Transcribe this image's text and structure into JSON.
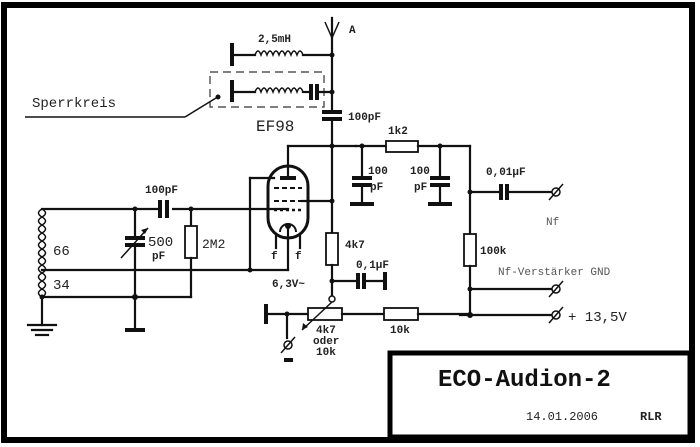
{
  "diagram": {
    "title": "ECO-Audion-2",
    "date": "14.01.2006",
    "author": "RLR",
    "antenna_label": "A",
    "tube_label": "EF98",
    "trap_label": "Sperrkreis",
    "components": {
      "choke": "2,5mH",
      "antenna_cap": "100pF",
      "grid_cap": "100pF",
      "var_cap_value": "500",
      "var_cap_unit": "pF",
      "grid_leak": "2M2",
      "coil_turns_top": "66",
      "coil_turns_bottom": "34",
      "filter_res": "1k2",
      "filter_cap1_value": "100",
      "filter_cap1_unit": "pF",
      "filter_cap2_value": "100",
      "filter_cap2_unit": "pF",
      "screen_res": "4k7",
      "screen_cap": "0,1µF",
      "coupling_cap": "0,01µF",
      "load_res": "100k",
      "pot_line1": "4k7",
      "pot_line2": "oder",
      "pot_line3": "10k",
      "series_res": "10k",
      "filament_pin1": "f",
      "filament_pin2": "f",
      "heater_voltage": "6,3V~"
    },
    "terminals": {
      "nf_out": "Nf",
      "amp_gnd": "Nf-Verstärker GND",
      "supply": "+ 13,5V",
      "minus": "–"
    }
  }
}
